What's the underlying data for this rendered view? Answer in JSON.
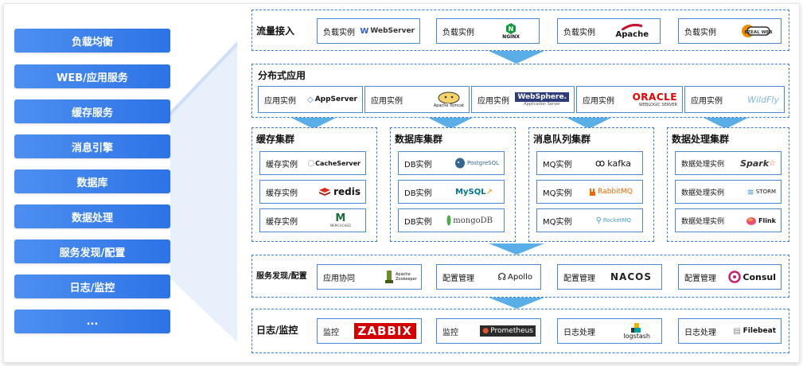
{
  "menu": [
    "负载均衡",
    "WEB/应用服务",
    "缓存服务",
    "消息引擎",
    "数据库",
    "数据处理",
    "服务发现/配置",
    "日志/监控",
    "..."
  ],
  "traffic": {
    "title": "流量接入",
    "items": [
      {
        "label": "负载实例",
        "logo": "WebServer"
      },
      {
        "label": "负载实例",
        "logo": "NGINX"
      },
      {
        "label": "负载实例",
        "logo": "Apache"
      },
      {
        "label": "负载实例",
        "logo": "EZEAL WEB"
      }
    ]
  },
  "distributed": {
    "title": "分布式应用",
    "items": [
      {
        "label": "应用实例",
        "logo": "AppServer"
      },
      {
        "label": "应用实例",
        "logo": "Apache Tomcat"
      },
      {
        "label": "应用实例",
        "logo": "WebSphere.",
        "sub": "Application Server"
      },
      {
        "label": "应用实例",
        "logo": "ORACLE",
        "sub": "WEBLOGIC SERVER"
      },
      {
        "label": "应用实例",
        "logo": "WildFly"
      }
    ]
  },
  "cache": {
    "title": "缓存集群",
    "items": [
      {
        "label": "缓存实例",
        "logo": "CacheServer"
      },
      {
        "label": "缓存实例",
        "logo": "redis"
      },
      {
        "label": "缓存实例",
        "logo": "M",
        "sub": "MEMCACHED"
      }
    ]
  },
  "database": {
    "title": "数据库集群",
    "items": [
      {
        "label": "DB实例",
        "logo": "PostgreSQL"
      },
      {
        "label": "DB实例",
        "logo": "MySQL"
      },
      {
        "label": "DB实例",
        "logo": "mongoDB"
      }
    ]
  },
  "mq": {
    "title": "消息队列集群",
    "items": [
      {
        "label": "MQ实例",
        "logo": "kafka"
      },
      {
        "label": "MQ实例",
        "logo": "RabbitMQ"
      },
      {
        "label": "MQ实例",
        "logo": "RocketMQ"
      }
    ]
  },
  "dataproc": {
    "title": "数据处理集群",
    "items": [
      {
        "label": "数据处理实例",
        "logo": "Spark"
      },
      {
        "label": "数据处理实例",
        "logo": "STORM"
      },
      {
        "label": "数据处理实例",
        "logo": "Flink"
      }
    ]
  },
  "discovery": {
    "title": "服务发现/配置",
    "items": [
      {
        "label": "应用协同",
        "logo": "Apache Zookeeper"
      },
      {
        "label": "配置管理",
        "logo": "Apollo"
      },
      {
        "label": "配置管理",
        "logo": "NACOS"
      },
      {
        "label": "配置管理",
        "logo": "Consul"
      }
    ]
  },
  "logging": {
    "title": "日志/监控",
    "items": [
      {
        "label": "监控",
        "logo": "ZABBIX"
      },
      {
        "label": "监控",
        "logo": "Prometheus"
      },
      {
        "label": "日志处理",
        "logo": "logstash"
      },
      {
        "label": "日志处理",
        "logo": "Filebeat"
      }
    ]
  },
  "colors": {
    "menu": "#2d73e6",
    "border": "#3b7dd8",
    "arrow": "#4aa3e8",
    "zabbix": "#d40000",
    "oracle": "#e00000"
  }
}
